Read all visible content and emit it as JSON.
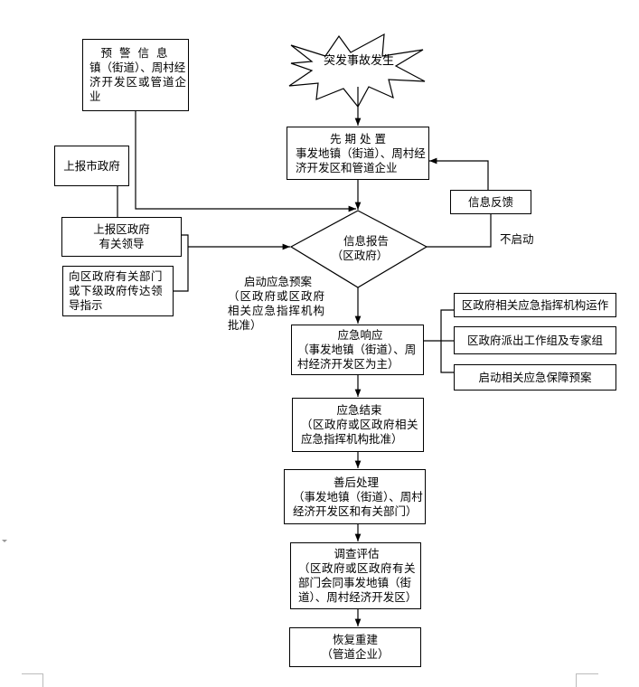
{
  "nodes": {
    "incident": {
      "label": "突发事故发生"
    },
    "warning": {
      "lines": [
        "预 警 信 息",
        "镇（街道）、周村经",
        "济开发区或管道企",
        "业"
      ]
    },
    "initial_response": {
      "lines": [
        "先  期  处  置",
        "事发地镇（街道）、周村经",
        "济开发区和管道企业"
      ]
    },
    "report_city": {
      "lines": [
        "上报市政府"
      ]
    },
    "report_district_leaders": {
      "lines": [
        "上报区政府",
        "有关领导"
      ]
    },
    "relay_instructions": {
      "lines": [
        "向区政府有关部门",
        "或下级政府传达领",
        "导指示"
      ]
    },
    "info_report": {
      "lines": [
        "信息报告",
        "（区政府）"
      ]
    },
    "info_feedback": {
      "lines": [
        "信息反馈"
      ]
    },
    "emergency_response": {
      "lines": [
        "应急响应",
        "（事发地镇（街道）、周",
        "村经济开发区为主）"
      ]
    },
    "command_operation": {
      "lines": [
        "区政府相关应急指挥机构运作"
      ]
    },
    "dispatch_team": {
      "lines": [
        "区政府派出工作组及专家组"
      ]
    },
    "support_plan": {
      "lines": [
        "启动相关应急保障预案"
      ]
    },
    "emergency_end": {
      "lines": [
        "应急结束",
        "（区政府或区政府相关",
        "应急指挥机构批准）"
      ]
    },
    "aftermath": {
      "lines": [
        "善后处理",
        "（事发地镇（街道）、周村",
        "经济开发区和有关部门）"
      ]
    },
    "investigation": {
      "lines": [
        "调查评估",
        "（区政府或区政府有关",
        "部门会同事发地镇（街",
        "道）、周村经济开发区）"
      ]
    },
    "recovery": {
      "lines": [
        "恢复重建",
        "（管道企业）"
      ]
    }
  },
  "edge_labels": {
    "not_activated": "不启动",
    "activate_plan": [
      "启动应急预案",
      "（区政府或区政府",
      "相关应急指挥机构",
      "批准）"
    ]
  },
  "colors": {
    "stroke": "#000000",
    "page_corner": "#bbbbbb"
  }
}
